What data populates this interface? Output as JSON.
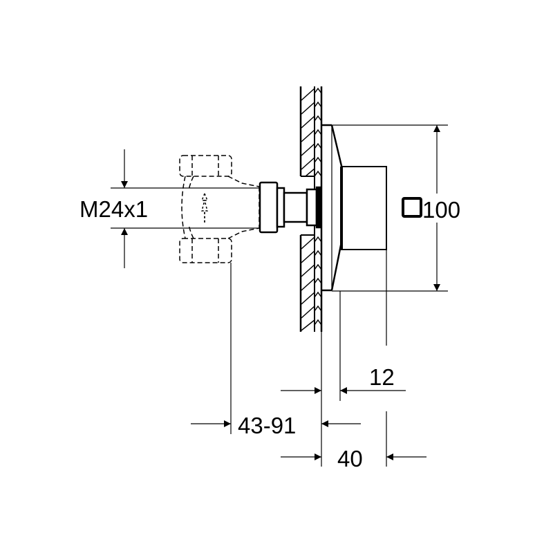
{
  "diagram": {
    "type": "technical-dimension-drawing",
    "subject": "concealed valve trim with square rosette, side view",
    "stroke_color": "#000000",
    "background": "#ffffff",
    "dimensions": {
      "thread": {
        "label": "M24x1"
      },
      "rosette_size": {
        "label": "100",
        "symbol": "square"
      },
      "rosette_depth": {
        "label": "12"
      },
      "installation_depth": {
        "label": "43-91"
      },
      "projection": {
        "label": "40"
      }
    }
  }
}
